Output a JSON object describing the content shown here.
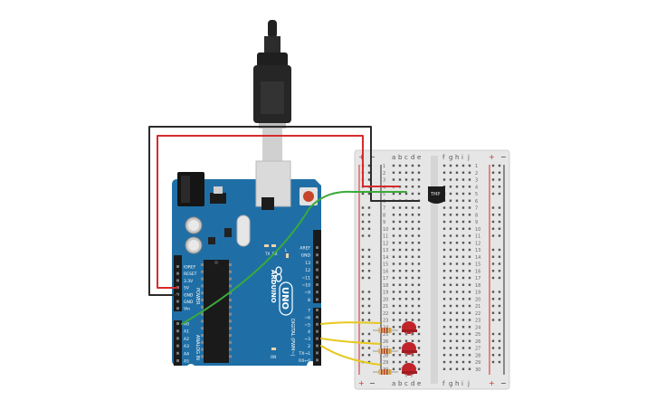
{
  "arduino": {
    "brand": "ARDUINO",
    "model": "UNO",
    "on_label": "ON",
    "power_group": "POWER",
    "analog_group": "ANALOG IN",
    "digital_group": "DIGITAL (PWM~)",
    "tx_led": "TX",
    "rx_led": "RX",
    "l_led": "L",
    "power_pins": [
      "IOREF",
      "RESET",
      "3.3V",
      "5V",
      "GND",
      "GND",
      "Vin"
    ],
    "analog_pins": [
      "A0",
      "A1",
      "A2",
      "A3",
      "A4",
      "A5"
    ],
    "digital_pins_top": [
      "AREF",
      "GND",
      "13",
      "12",
      "~11",
      "~10",
      "~9",
      "8"
    ],
    "digital_pins_bottom": [
      "7",
      "~6",
      "~5",
      "4",
      "~3",
      "2",
      "TX→1",
      "RX←0"
    ]
  },
  "breadboard": {
    "cols_left": [
      "a",
      "b",
      "c",
      "d",
      "e"
    ],
    "cols_right": [
      "f",
      "g",
      "h",
      "i",
      "j"
    ],
    "rails": [
      "+",
      "−"
    ],
    "rows": 30
  },
  "sensor": {
    "label": "TMP"
  },
  "colors": {
    "board": "#1f6fa6",
    "wire_red": "#d62b2b",
    "wire_black": "#2b2b2b",
    "wire_green": "#3aaa3a",
    "wire_yellow": "#e6c81e",
    "led": "#c0242a",
    "breadboard": "#e6e6e6"
  }
}
